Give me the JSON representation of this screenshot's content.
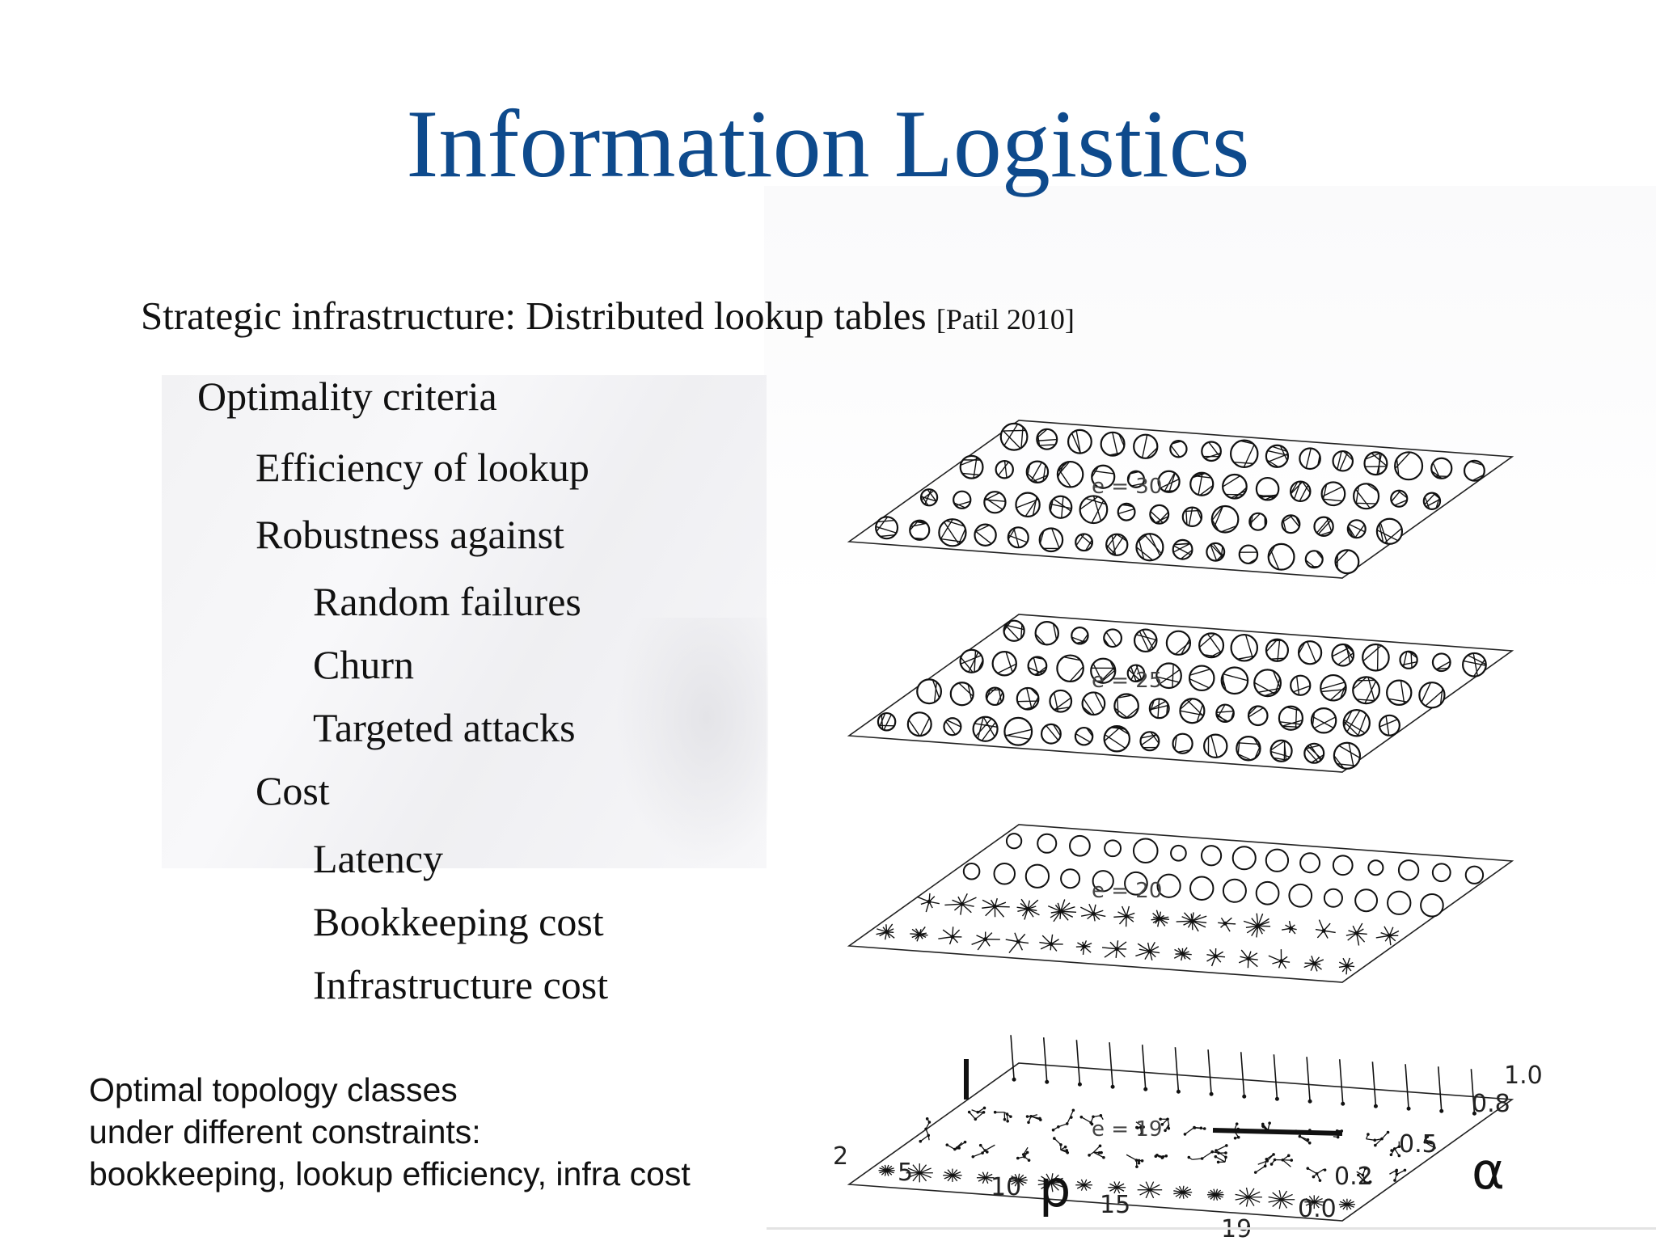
{
  "slide": {
    "title": "Information Logistics",
    "subtitle": "Strategic infrastructure: Distributed lookup tables",
    "citation": "[Patil 2010]"
  },
  "outline": [
    {
      "level": 0,
      "text": "Optimality criteria"
    },
    {
      "level": 1,
      "text": "Efficiency of lookup"
    },
    {
      "level": 1,
      "text": "Robustness against"
    },
    {
      "level": 2,
      "text": "Random failures"
    },
    {
      "level": 2,
      "text": "Churn"
    },
    {
      "level": 2,
      "text": "Targeted attacks"
    },
    {
      "level": 1,
      "text": "Cost"
    },
    {
      "level": 2,
      "text": "Latency"
    },
    {
      "level": 2,
      "text": "Bookkeeping cost"
    },
    {
      "level": 2,
      "text": "Infrastructure cost"
    }
  ],
  "caption": [
    "Optimal topology classes",
    "under different constraints:",
    "bookkeeping, lookup efficiency, infra cost"
  ],
  "figure": {
    "layers": [
      {
        "label": "e = 30"
      },
      {
        "label": "e = 25"
      },
      {
        "label": "e = 20"
      },
      {
        "label": "e = 19"
      }
    ],
    "p_axis": {
      "label": "p",
      "ticks": [
        "2",
        "5",
        "10",
        "15",
        "19"
      ]
    },
    "alpha_axis": {
      "label": "α",
      "ticks": [
        "0.0",
        "0.2",
        "0.5",
        "0.8",
        "1.0"
      ]
    }
  }
}
